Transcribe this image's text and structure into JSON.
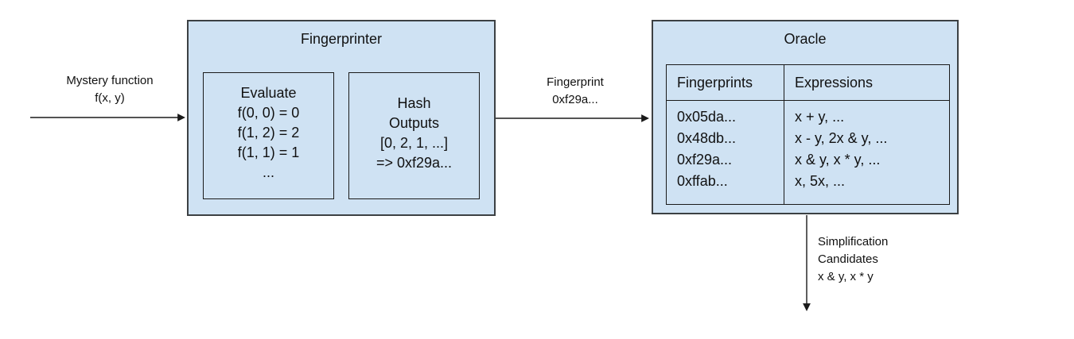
{
  "input_label": {
    "line1": "Mystery function",
    "line2": "f(x, y)"
  },
  "fingerprinter": {
    "title": "Fingerprinter",
    "evaluate": {
      "lines": [
        "Evaluate",
        "f(0, 0) = 0",
        "f(1, 2) = 2",
        "f(1, 1) = 1",
        "..."
      ]
    },
    "hash": {
      "lines": [
        "Hash",
        "Outputs",
        "[0, 2, 1, ...]",
        "=> 0xf29a..."
      ]
    }
  },
  "fingerprint_label": {
    "line1": "Fingerprint",
    "line2": "0xf29a..."
  },
  "oracle": {
    "title": "Oracle",
    "table": {
      "headers": [
        "Fingerprints",
        "Expressions"
      ],
      "rows": [
        [
          "0x05da...",
          "x + y, ..."
        ],
        [
          "0x48db...",
          "x - y, 2x & y, ..."
        ],
        [
          "0xf29a...",
          "x & y, x * y, ..."
        ],
        [
          "0xffab...",
          "x, 5x, ..."
        ]
      ]
    }
  },
  "output_label": {
    "line1": "Simplification",
    "line2": "Candidates",
    "line3": "x & y, x * y"
  },
  "colors": {
    "box_fill": "#cfe2f3",
    "outer_border": "#3c4043",
    "line_color": "#1a1a1a"
  }
}
